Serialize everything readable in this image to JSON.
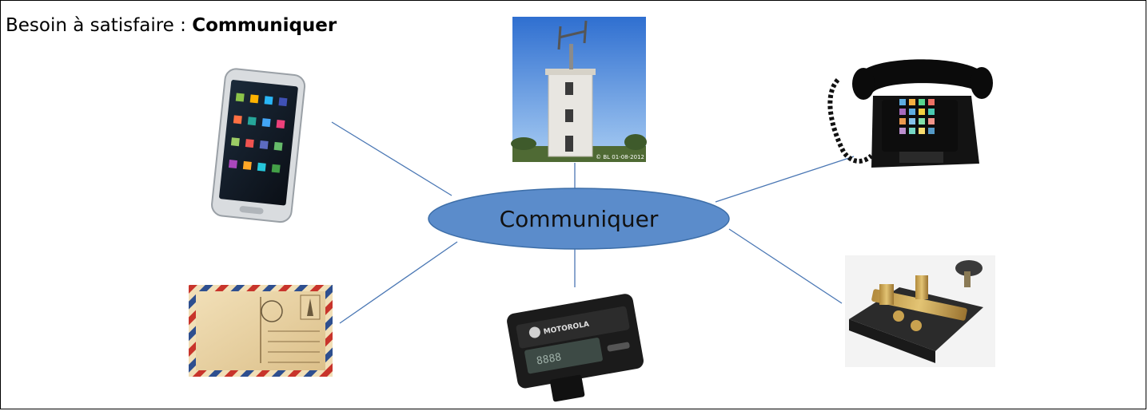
{
  "header": {
    "prefix": "Besoin à satisfaire : ",
    "need": "Communiquer"
  },
  "center": {
    "label": "Communiquer",
    "fill": "#5b8ccb",
    "stroke": "#3d6ea8"
  },
  "connector_color": "#4a77b4",
  "items": [
    {
      "name": "smartphone"
    },
    {
      "name": "semaphore-tower",
      "photo_caption": "© BL 01-08-2012"
    },
    {
      "name": "desk-telephone"
    },
    {
      "name": "postcard"
    },
    {
      "name": "pager",
      "brand": "MOTOROLA"
    },
    {
      "name": "telegraph-key"
    }
  ]
}
